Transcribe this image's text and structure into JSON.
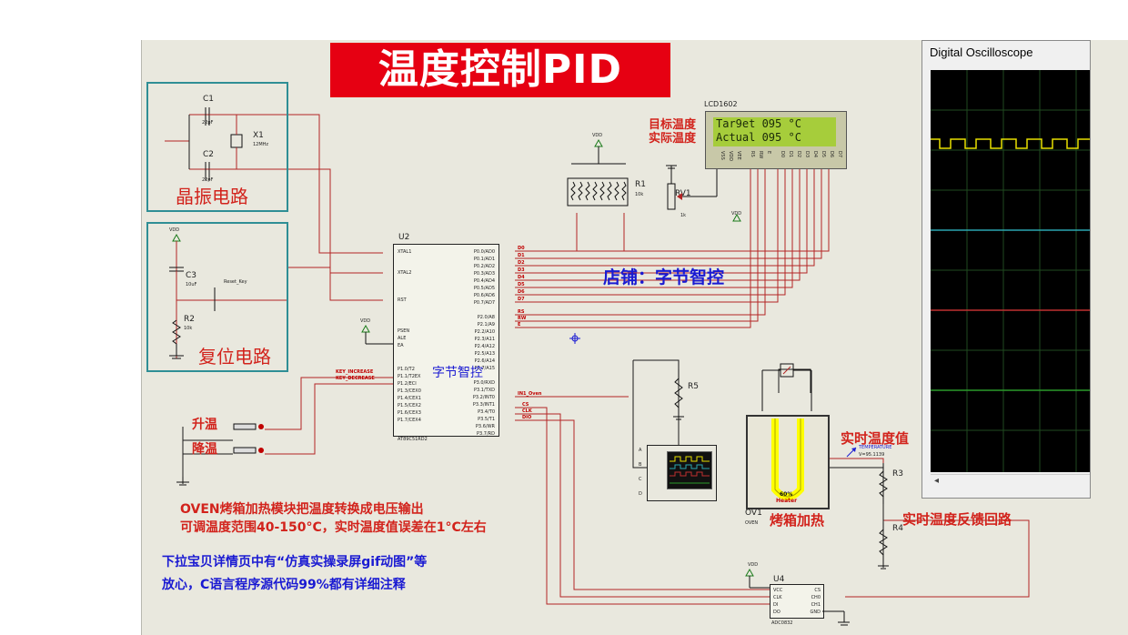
{
  "banner": {
    "title": "温度控制PID"
  },
  "labels": {
    "crystal_circuit": "晶振电路",
    "reset_circuit": "复位电路",
    "shop": "店铺：字节智控",
    "brand_center": "字节智控",
    "temp_up": "升温",
    "temp_down": "降温",
    "target_temp": "目标温度",
    "actual_temp": "实际温度",
    "realtime_temp_value": "实时温度值",
    "oven_heating": "烤箱加热",
    "realtime_feedback": "实时温度反馈回路",
    "note_line1": "OVEN烤箱加热模块把温度转换成电压输出",
    "note_line2": "可调温度范围40-150°C，实时温度值误差在1°C左右",
    "note_line3": "下拉宝贝详情页中有“仿真实操录屏gif动图”等",
    "note_line4": "放心，C语言程序源代码99%都有详细注释"
  },
  "components": {
    "c1": "C1",
    "c1_val": "22pF",
    "c2": "C2",
    "c2_val": "22pF",
    "x1": "X1",
    "x1_val": "12MHz",
    "c3": "C3",
    "c3_val": "10uF",
    "r2": "R2",
    "r2_val": "10k",
    "reset_key": "Reset_Key",
    "vdd": "VDD",
    "u2": "U2",
    "u2_part": "AT89C51RD2",
    "r1": "R1",
    "r1_val": "10k",
    "rv1": "RV1",
    "rv1_val": "1k",
    "lcd": "LCD1602",
    "r5": "R5",
    "r3": "R3",
    "r4": "R4",
    "ov1": "OV1",
    "ov1_part": "OVEN",
    "heater": "Heater",
    "heater_pct": "60%",
    "temperature": "TEMPERATURE",
    "temp_reading": "V=95.1139",
    "u4": "U4",
    "u4_part": "ADC0832",
    "key_increase": "KEY_INCREASE",
    "key_decrease": "KEY_DECREASE",
    "in1_oven": "IN1_Oven",
    "cs": "CS",
    "clk": "CLK",
    "dio": "DIO"
  },
  "u2_pins_left": [
    "XTAL1",
    "XTAL2",
    "RST",
    "PSEN",
    "ALE",
    "EA",
    "P1.0/T2",
    "P1.1/T2EX",
    "P1.2/ECI",
    "P1.3/CEX0",
    "P1.4/CEX1",
    "P1.5/CEX2",
    "P1.6/CEX3",
    "P1.7/CEX4"
  ],
  "u2_pins_right": [
    "P0.0/AD0",
    "P0.1/AD1",
    "P0.2/AD2",
    "P0.3/AD3",
    "P0.4/AD4",
    "P0.5/AD5",
    "P0.6/AD6",
    "P0.7/AD7",
    "P2.0/A8",
    "P2.1/A9",
    "P2.2/A10",
    "P2.3/A11",
    "P2.4/A12",
    "P2.5/A13",
    "P2.6/A14",
    "P2.7/A15",
    "P3.0/RXD",
    "P3.1/TXD",
    "P3.2/INT0",
    "P3.3/INT1",
    "P3.4/T0",
    "P3.5/T1",
    "P3.6/WR",
    "P3.7/RD"
  ],
  "u2_net_right": [
    "D0",
    "D1",
    "D2",
    "D3",
    "D4",
    "D5",
    "D6",
    "D7",
    "RS",
    "RW",
    "E"
  ],
  "lcd_pins": [
    "VSS",
    "VDD",
    "VEE",
    "RS",
    "RW",
    "E",
    "D0",
    "D1",
    "D2",
    "D3",
    "D4",
    "D5",
    "D6",
    "D7"
  ],
  "lcd_display": {
    "line1": "Tar9et 095 °C",
    "line2": "Actual 095 °C"
  },
  "scope_pins": [
    "A",
    "B",
    "C",
    "D"
  ],
  "adc_pins_left": [
    "VCC",
    "CLK",
    "DI",
    "DO"
  ],
  "adc_pins_right": [
    "CS",
    "CH0",
    "CH1",
    "GND"
  ],
  "oscilloscope": {
    "title": "Digital Oscilloscope"
  },
  "colors": {
    "banner": "#e60012",
    "wire": "#b42424",
    "scope_bg": "#000000",
    "trace_yellow": "#e8e000",
    "trace_cyan": "#2aa6b0",
    "trace_red": "#c03030",
    "lcd_green": "#a6cd3b"
  }
}
